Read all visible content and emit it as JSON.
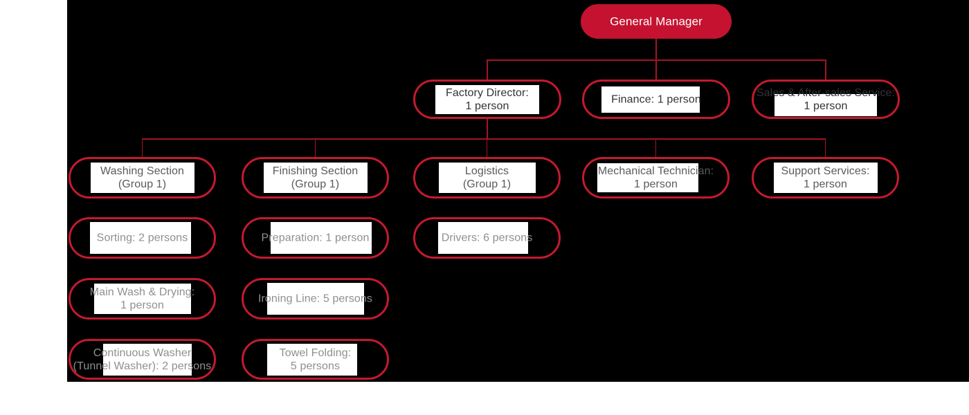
{
  "colors": {
    "page_background": "#ffffff",
    "canvas_background": "#000000",
    "red_fill": "#c41230",
    "red_stroke": "#c41a2e",
    "connector_line": "#a41523",
    "label_background": "#ffffff",
    "text_dark": "#333333",
    "text_medium": "#5a5a5a",
    "text_light": "#8f8f8f",
    "text_white": "#ffffff"
  },
  "org_chart": {
    "nodes": [
      {
        "id": "gm",
        "lines": [
          "General Manager"
        ],
        "variant": "filled",
        "tone": "white"
      },
      {
        "id": "factory-director",
        "lines": [
          "Factory Director:",
          "1 person"
        ],
        "variant": "outline",
        "tone": "dark"
      },
      {
        "id": "finance",
        "lines": [
          "Finance: 1 person"
        ],
        "variant": "outline",
        "tone": "dark"
      },
      {
        "id": "sales",
        "lines": [
          "Sales & After-sales Service:",
          "1 person"
        ],
        "variant": "outline",
        "tone": "dark"
      },
      {
        "id": "washing",
        "lines": [
          "Washing Section",
          "(Group 1)"
        ],
        "variant": "outline",
        "tone": "medium"
      },
      {
        "id": "finishing",
        "lines": [
          "Finishing Section",
          "(Group 1)"
        ],
        "variant": "outline",
        "tone": "medium"
      },
      {
        "id": "logistics",
        "lines": [
          "Logistics",
          "(Group 1)"
        ],
        "variant": "outline",
        "tone": "medium"
      },
      {
        "id": "mechanical",
        "lines": [
          "Mechanical Technician:",
          "1 person"
        ],
        "variant": "outline",
        "tone": "medium"
      },
      {
        "id": "support",
        "lines": [
          "Support Services:",
          "1 person"
        ],
        "variant": "outline",
        "tone": "medium"
      },
      {
        "id": "sorting",
        "lines": [
          "Sorting: 2 persons"
        ],
        "variant": "outline",
        "tone": "light"
      },
      {
        "id": "preparation",
        "lines": [
          "Preparation: 1 person"
        ],
        "variant": "outline",
        "tone": "light"
      },
      {
        "id": "drivers",
        "lines": [
          "Drivers: 6 persons"
        ],
        "variant": "outline",
        "tone": "light"
      },
      {
        "id": "mainwash",
        "lines": [
          "Main Wash & Drying:",
          "1 person"
        ],
        "variant": "outline",
        "tone": "light"
      },
      {
        "id": "ironing",
        "lines": [
          "Ironing Line: 5 persons"
        ],
        "variant": "outline",
        "tone": "light"
      },
      {
        "id": "continuous",
        "lines": [
          "Continuous Washer",
          "(Tunnel Washer): 2 persons"
        ],
        "variant": "outline",
        "tone": "light"
      },
      {
        "id": "towel",
        "lines": [
          "Towel Folding:",
          "5 persons"
        ],
        "variant": "outline",
        "tone": "light"
      }
    ],
    "edges": [
      {
        "parent": "gm",
        "children": [
          "factory-director",
          "finance",
          "sales"
        ]
      },
      {
        "parent": "factory-director",
        "children": [
          "washing",
          "finishing",
          "logistics",
          "mechanical",
          "support"
        ]
      }
    ]
  }
}
